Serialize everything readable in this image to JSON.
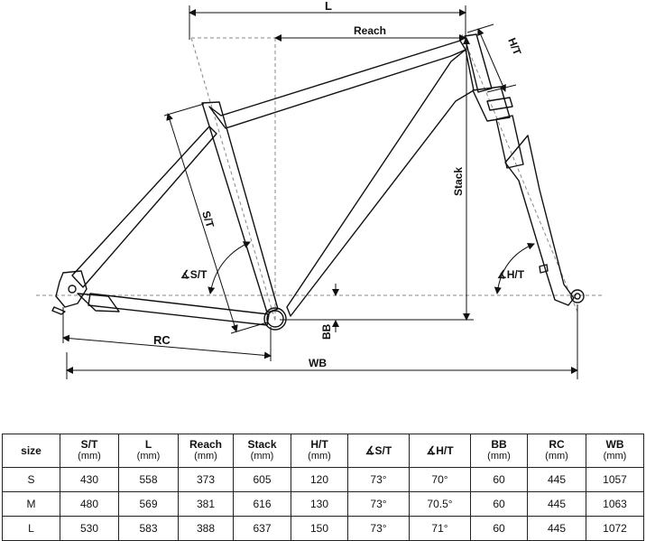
{
  "diagram": {
    "labels": {
      "l": "L",
      "reach": "Reach",
      "ht": "H/T",
      "stack": "Stack",
      "st": "S/T",
      "angle_st": "∡S/T",
      "angle_ht": "∡H/T",
      "bb": "BB",
      "rc": "RC",
      "wb": "WB"
    }
  },
  "table": {
    "columns": [
      {
        "label": "size",
        "unit": ""
      },
      {
        "label": "S/T",
        "unit": "(mm)"
      },
      {
        "label": "L",
        "unit": "(mm)"
      },
      {
        "label": "Reach",
        "unit": "(mm)"
      },
      {
        "label": "Stack",
        "unit": "(mm)"
      },
      {
        "label": "H/T",
        "unit": "(mm)"
      },
      {
        "label": "∡S/T",
        "unit": ""
      },
      {
        "label": "∡H/T",
        "unit": ""
      },
      {
        "label": "BB",
        "unit": "(mm)"
      },
      {
        "label": "RC",
        "unit": "(mm)"
      },
      {
        "label": "WB",
        "unit": "(mm)"
      }
    ],
    "rows": [
      [
        "S",
        "430",
        "558",
        "373",
        "605",
        "120",
        "73°",
        "70°",
        "60",
        "445",
        "1057"
      ],
      [
        "M",
        "480",
        "569",
        "381",
        "616",
        "130",
        "73°",
        "70.5°",
        "60",
        "445",
        "1063"
      ],
      [
        "L",
        "530",
        "583",
        "388",
        "637",
        "150",
        "73°",
        "71°",
        "60",
        "445",
        "1072"
      ]
    ]
  }
}
